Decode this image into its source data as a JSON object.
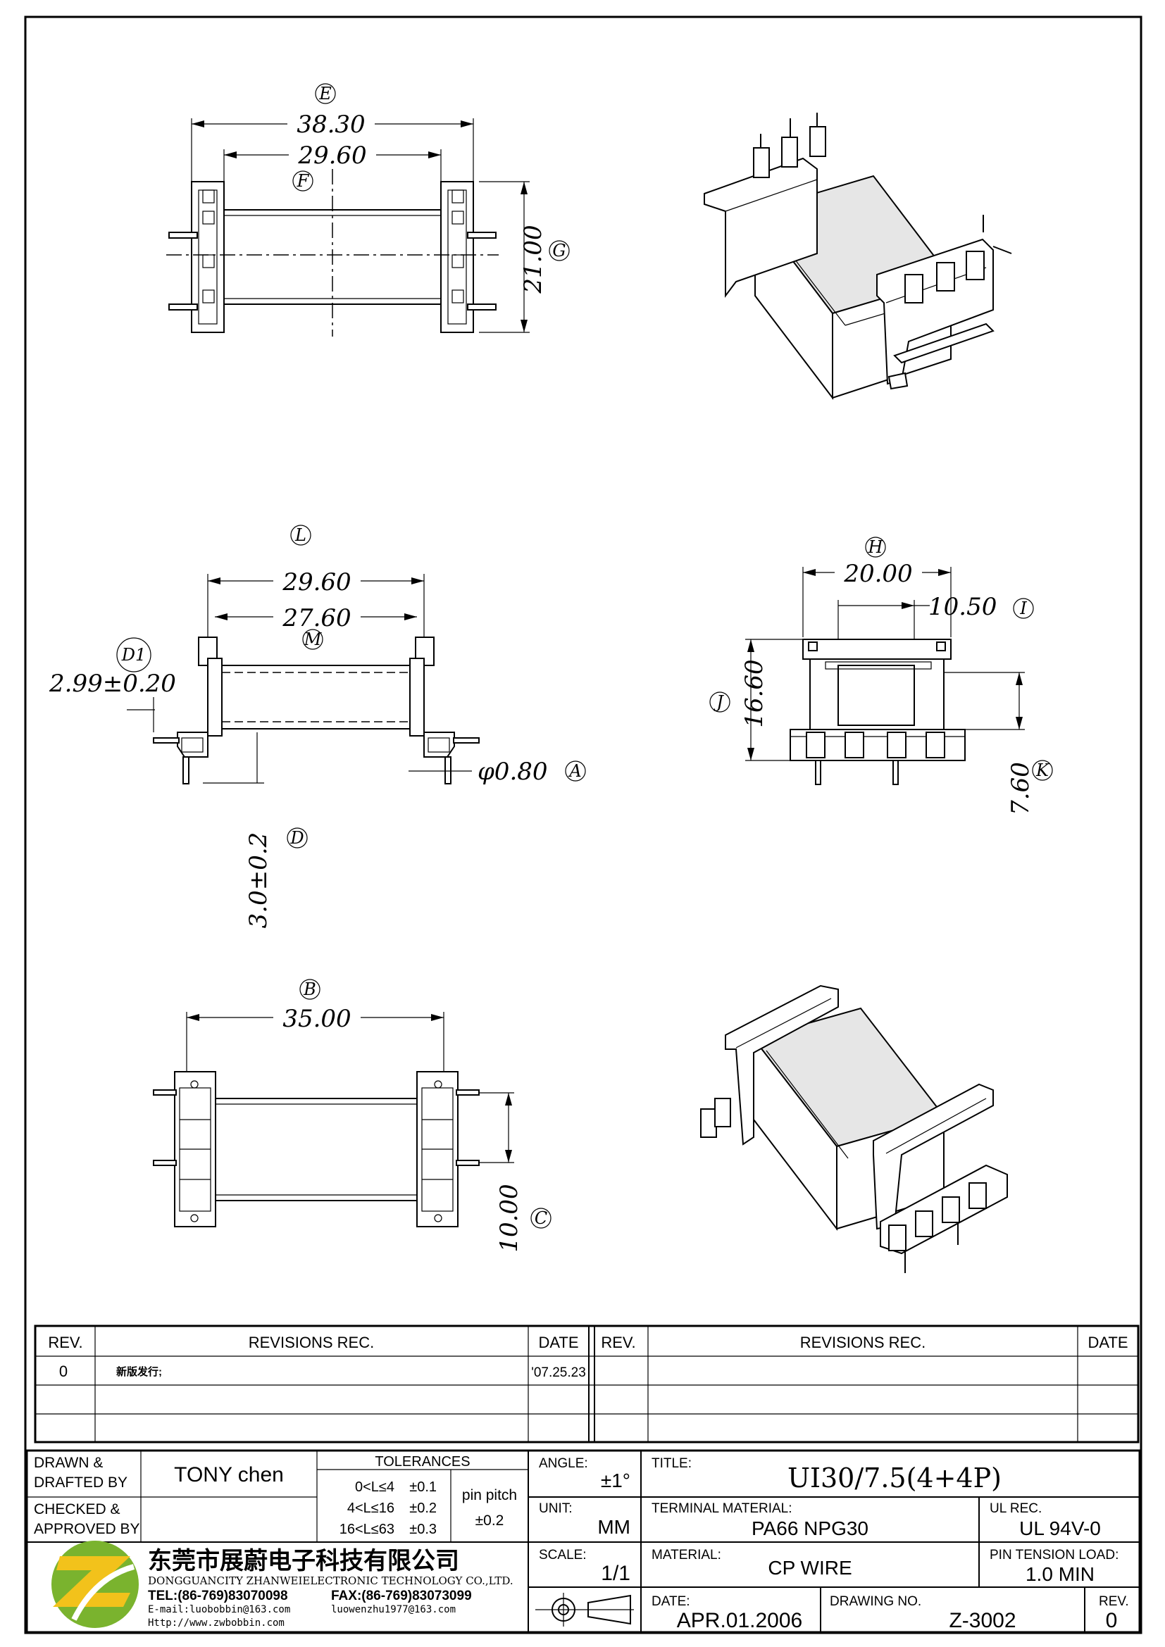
{
  "dimensions": {
    "E": {
      "label": "E",
      "value": "38.30"
    },
    "F": {
      "label": "F",
      "value": "29.60"
    },
    "G": {
      "label": "G",
      "value": "21.00"
    },
    "L": {
      "label": "L",
      "value": "29.60"
    },
    "M": {
      "label": "M",
      "value": "27.60"
    },
    "D1": {
      "label": "D1",
      "value": "2.99±0.20"
    },
    "A": {
      "label": "A",
      "value": "φ0.80"
    },
    "D": {
      "label": "D",
      "value": "3.0±0.2"
    },
    "H": {
      "label": "H",
      "value": "20.00"
    },
    "I": {
      "label": "I",
      "value": "10.50"
    },
    "J": {
      "label": "J",
      "value": "16.60"
    },
    "K": {
      "label": "K",
      "value": "7.60"
    },
    "B": {
      "label": "B",
      "value": "35.00"
    },
    "C": {
      "label": "C",
      "value": "10.00"
    }
  },
  "revisions": {
    "headers": {
      "rev": "REV.",
      "rec": "REVISIONS    REC.",
      "date": "DATE"
    },
    "left_rows": [
      {
        "rev": "0",
        "rec": "新版发行;",
        "date": "'07.25.23"
      },
      {
        "rev": "",
        "rec": "",
        "date": ""
      },
      {
        "rev": "",
        "rec": "",
        "date": ""
      }
    ],
    "right_rows": [
      {
        "rev": "",
        "rec": "",
        "date": ""
      },
      {
        "rev": "",
        "rec": "",
        "date": ""
      },
      {
        "rev": "",
        "rec": "",
        "date": ""
      }
    ]
  },
  "title_block": {
    "drawn_label_1": "DRAWN &",
    "drawn_label_2": "DRAFTED BY",
    "drawn_value": "TONY  chen",
    "checked_label_1": "CHECKED &",
    "checked_label_2": "APPROVED BY",
    "checked_value": "",
    "tolerances_label": "TOLERANCES",
    "tol_rows": [
      {
        "range": "0<L≤4",
        "tol": "±0.1"
      },
      {
        "range": "4<L≤16",
        "tol": "±0.2"
      },
      {
        "range": "16<L≤63",
        "tol": "±0.3"
      }
    ],
    "pin_pitch_label": "pin  pitch",
    "pin_pitch_value": "±0.2",
    "angle_label": "ANGLE:",
    "angle_value": "±1°",
    "unit_label": "UNIT:",
    "unit_value": "MM",
    "scale_label": "SCALE:",
    "scale_value": "1/1",
    "title_label": "TITLE:",
    "title_value": "UI30/7.5(4+4P)",
    "terminal_label": "TERMINAL  MATERIAL:",
    "terminal_value": "PA66  NPG30",
    "ul_label": "UL  REC.",
    "ul_value": "UL  94V-0",
    "material_label": "MATERIAL:",
    "material_value": "CP  WIRE",
    "pin_tension_label": "PIN  TENSION  LOAD:",
    "pin_tension_value": "1.0  MIN",
    "date_label": "DATE:",
    "date_value": "APR.01.2006",
    "drawing_no_label": "DRAWING  NO.",
    "drawing_no_value": "Z-3002",
    "rev_label": "REV.",
    "rev_value": "0"
  },
  "company": {
    "name_cn": "东莞市展蔚电子科技有限公司",
    "name_en": "DONGGUANCITY  ZHANWEIELECTRONIC  TECHNOLOGY  CO.,LTD.",
    "tel": "TEL:(86-769)83070098",
    "fax": "FAX:(86-769)83073099",
    "email": "E-mail:luobobbin@163.com",
    "email2": "luowenzhu1977@163.com",
    "web": "Http://www.zwbobbin.com",
    "logo_colors": {
      "green": "#7ab32e",
      "yellow": "#f2c21b"
    }
  }
}
